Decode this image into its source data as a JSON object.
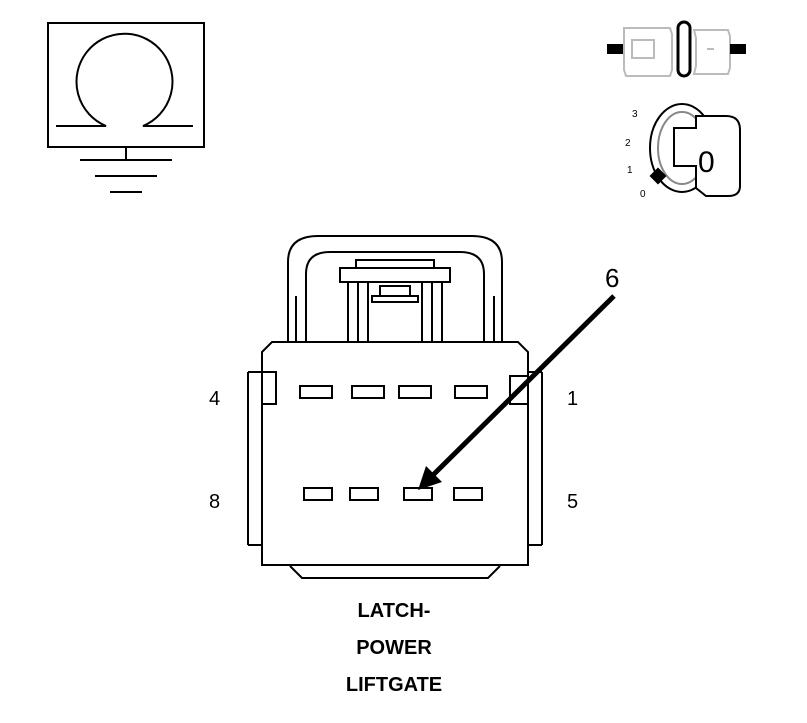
{
  "callout": {
    "number": "6"
  },
  "connector": {
    "pin_labels": {
      "top_left": "4",
      "top_right": "1",
      "bottom_left": "8",
      "bottom_right": "5"
    },
    "title_lines": [
      "LATCH-",
      "POWER",
      "LIFTGATE"
    ]
  },
  "ignition_key": {
    "positions": [
      "3",
      "2",
      "1",
      "0"
    ],
    "key_label": "0"
  },
  "icons": {
    "ohmmeter": "ohmmeter-ground-icon",
    "connector": "disconnected-connector-icon",
    "ignition": "ignition-key-off-icon"
  }
}
